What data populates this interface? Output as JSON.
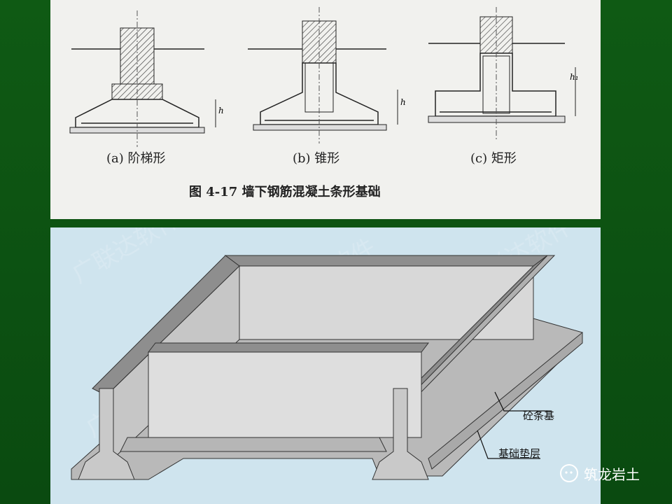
{
  "figure": {
    "caption_a": "(a) 阶梯形",
    "caption_b": "(b) 锥形",
    "caption_c": "(c) 矩形",
    "figure_title": "图 4-17   墙下钢筋混凝土条形基础",
    "dim_h": "h",
    "dim_h1": "h₁"
  },
  "model": {
    "label_strip": "砼条基",
    "label_cushion": "基础垫层",
    "watermark": "广联达软件"
  },
  "footer": {
    "brand": "筑龙岩土"
  }
}
